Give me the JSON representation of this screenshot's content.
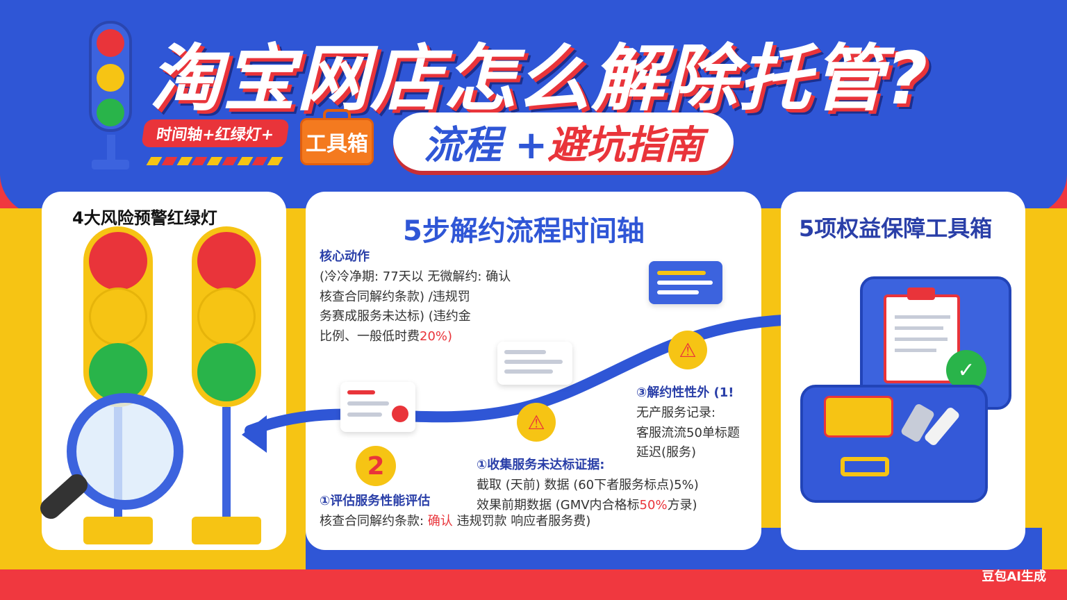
{
  "header": {
    "title": "淘宝网店怎么解除托管?",
    "tag_timeline": "时间轴+红绿灯+",
    "tag_toolbox": "工具箱",
    "subtitle_part1": "流程 +",
    "subtitle_part2": "避坑指南"
  },
  "left_card": {
    "title": "4大风险预警红绿灯"
  },
  "mid_card": {
    "title": "5步解约流程时间轴",
    "core_action_head": "核心动作",
    "core_lines": [
      "(冷冷净期: 77天以 无微解约: 确认",
      "核查合同解约条款) /违规罚",
      "务赛成服务未达标) (违约金",
      "比例、一般低时费"
    ],
    "core_highlight": "20%)",
    "step2_number": "2",
    "step1_head": "①评估服务性能评估",
    "step1_line": "核查合同解约条款: ",
    "step1_line_hl": "确认",
    "step1_line_tail": "  违规罚款  响应者服务费)",
    "evidence_head": "①收集服务未达标证据:",
    "evidence_lines": [
      "截取 (天前) 数据 (60下者服务标点)5%)",
      "效果前期数据 (GMV内合格标"
    ],
    "evidence_hl": "50%",
    "evidence_tail": "方录)",
    "right_head": "③解约性性外 (1!",
    "right_lines": [
      "无产服务记录:",
      "客服流流50单标题",
      "延迟(服务)"
    ]
  },
  "right_card": {
    "title": "5项权益保障工具箱"
  },
  "watermark": "豆包AI生成",
  "colors": {
    "blue": "#2f56d6",
    "red": "#e9343a",
    "yellow": "#f6c414",
    "green": "#29b44a"
  }
}
